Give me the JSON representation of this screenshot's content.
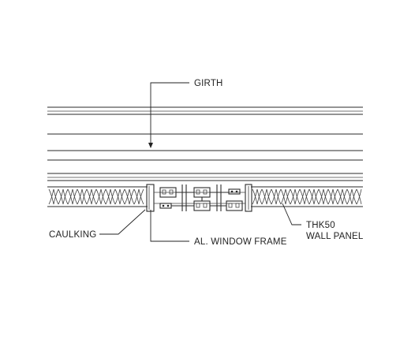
{
  "labels": {
    "girth": "GIRTH",
    "caulking": "CAULKING",
    "window_frame": "AL. WINDOW FRAME",
    "thk50": "THK50",
    "wall_panel": "WALL PANEL"
  },
  "colors": {
    "line": "#2a2a2a",
    "background": "#ffffff",
    "insulation": "#333333"
  }
}
